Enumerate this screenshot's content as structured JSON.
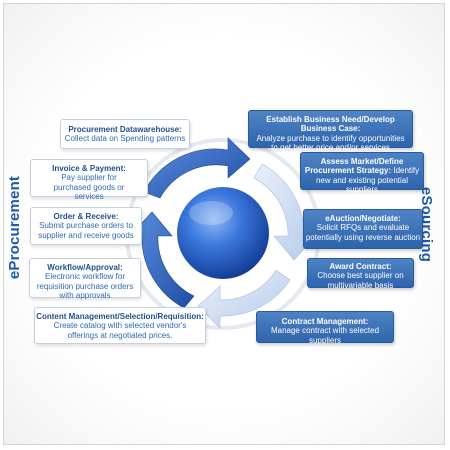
{
  "sides": {
    "left": "eProcurement",
    "right": "eSourcing"
  },
  "left_steps": [
    {
      "title": "Procurement Datawarehouse:",
      "body": "Collect data on Spending patterns"
    },
    {
      "title": "Invoice & Payment:",
      "body": "Pay supplier for purchased goods or services"
    },
    {
      "title": "Order & Receive:",
      "body": "Submit purchase orders to supplier and receive goods"
    },
    {
      "title": "Workflow/Approval:",
      "body": "Electronic workflow for requisition purchase orders with approvals"
    },
    {
      "title": "Content  Management/Selection/Requisition:",
      "body": "Create catalog with selected vendor's offerings at negotiated prices."
    }
  ],
  "right_steps": [
    {
      "title": "Establish Business Need/Develop Business Case:",
      "body": "Analyze purchase to identify opportunities to get better price and/or services"
    },
    {
      "title": "Assess Market/Define Procurement Strategy:",
      "body": "Identify new and existing potential suppliers"
    },
    {
      "title": "eAuction/Negotiate:",
      "body": "Solicit RFQs and evaluate potentially using reverse auction"
    },
    {
      "title": "Award Contract:",
      "body": "Choose best supplier on multivariable basis"
    },
    {
      "title": "Contract  Management:",
      "body": "Manage contract with selected suppliers"
    }
  ],
  "colors": {
    "arrow_dark": "#2f62b6",
    "arrow_light": "#c9d8ef",
    "sphere": "#2f6fd6",
    "box_blue": "#3a6fb8",
    "text_blue": "#2d6bb3"
  }
}
